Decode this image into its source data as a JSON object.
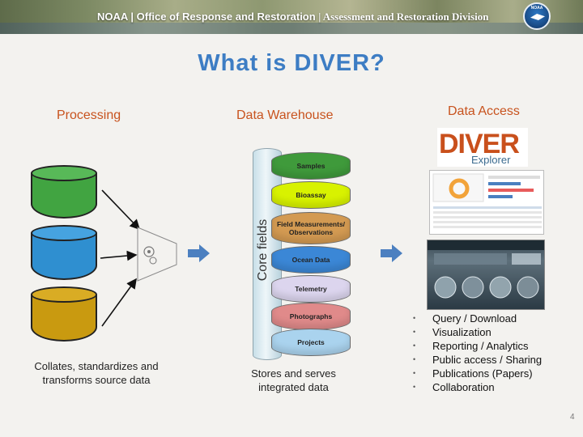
{
  "banner": {
    "brand": "NOAA | Office of Response and Restoration",
    "division": "| Assessment and Restoration Division",
    "logo_text": "NOAA"
  },
  "title": "What is DIVER?",
  "columns": {
    "processing": {
      "heading": "Processing",
      "caption": "Collates, standardizes and transforms source data",
      "source_colors": [
        "#41a441",
        "#2f8fd0",
        "#c99a10"
      ]
    },
    "warehouse": {
      "heading": "Data Warehouse",
      "core_label": "Core fields",
      "caption": "Stores and serves integrated data",
      "layers": [
        {
          "label": "Samples",
          "color": "#3f9a3b"
        },
        {
          "label": "Bioassay",
          "color": "#d8f200"
        },
        {
          "label": "Field Measurements/ Observations",
          "color": "#d39a52"
        },
        {
          "label": "Ocean Data",
          "color": "#3b87d6"
        },
        {
          "label": "Telemetry",
          "color": "#dcd5ee"
        },
        {
          "label": "Photographs",
          "color": "#e08a8a"
        },
        {
          "label": "Projects",
          "color": "#aad3ee"
        }
      ]
    },
    "access": {
      "heading": "Data Access",
      "logo_main": "DIVER",
      "logo_sub": "Explorer",
      "bullets": [
        "Query / Download",
        "Visualization",
        "Reporting / Analytics",
        "Public access / Sharing",
        "Publications (Papers)",
        "Collaboration"
      ]
    }
  },
  "page_number": "4"
}
